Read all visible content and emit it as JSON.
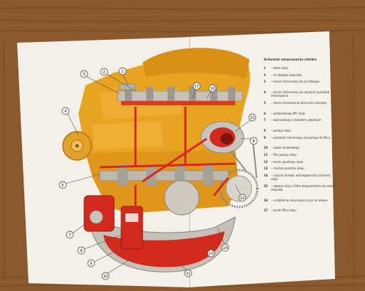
{
  "legend": {
    "title": "Schemat smarowania silnika",
    "items": [
      {
        "num": "1",
        "text": "– wlew oleju"
      },
      {
        "num": "2",
        "text": "– oś dźwigni zaworów"
      },
      {
        "num": "3",
        "text": "– kanał ciśnieniowy do osi dźwigni"
      },
      {
        "num": "4",
        "text": "– kanał ciśnieniowy do ukrytych punktów smarowania"
      },
      {
        "num": "5",
        "text": "– dysza smarowania łańcucha rozrządu"
      },
      {
        "num": "6",
        "text": "– wskaźnikowy filtr oleju"
      },
      {
        "num": "7",
        "text": "– wał korbowy z kanałem olejowym"
      },
      {
        "num": "8",
        "text": "– pompa oleju"
      },
      {
        "num": "9",
        "text": "– przewód ciśnieniowy od pompy do filtra"
      },
      {
        "num": "10",
        "text": "– zawór przelewowy"
      },
      {
        "num": "11",
        "text": "– filtr pompy oleju"
      },
      {
        "num": "12",
        "text": "– korek spustowy oleju"
      },
      {
        "num": "13",
        "text": "– miarka poziomu oleju"
      },
      {
        "num": "14",
        "text": "– czujnik (lampki ostrzegawczej) ciśnienia oleju"
      },
      {
        "num": "15",
        "text": "– odpływ oleju z filtra bezpośrednio do miski olejowej"
      },
      {
        "num": "16",
        "text": "– urządzenie odsysające pary do wlewu"
      },
      {
        "num": "17",
        "text": "– korek filtra oleju"
      }
    ]
  },
  "callouts": [
    "1",
    "2",
    "3",
    "4",
    "5",
    "6",
    "7",
    "8",
    "9",
    "10",
    "11",
    "12",
    "13",
    "14",
    "15",
    "16",
    "17"
  ],
  "colors": {
    "engine": "#e8a320",
    "oil": "#d42a1e",
    "paper": "#f2f0e8",
    "wood": "#8b5a2b",
    "metal": "#b9b5ad"
  }
}
